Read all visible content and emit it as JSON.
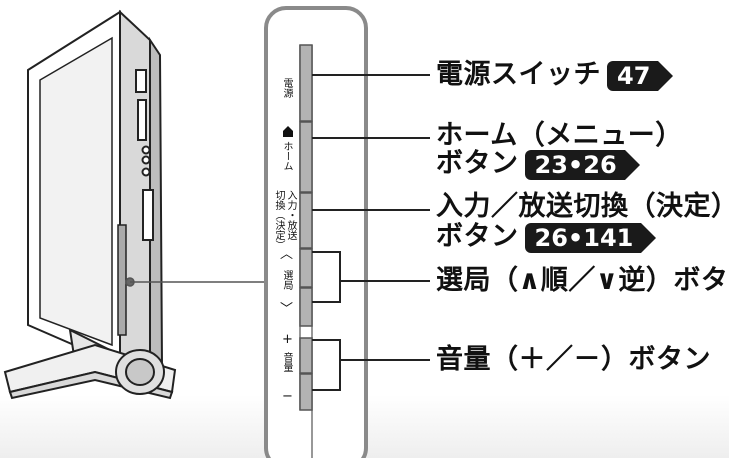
{
  "panel_labels": {
    "power": "電源",
    "home": "ホーム",
    "input": "入力・放送",
    "input2": "切換（決定）",
    "channel": "選局",
    "volume": "音量",
    "sym_up": "︿",
    "sym_down": "﹀",
    "sym_plus": "+",
    "sym_minus": "−"
  },
  "callouts": [
    {
      "text": "電源スイッチ",
      "badge": "47"
    },
    {
      "text": "ホーム（メニュー）"
    },
    {
      "text": "ボタン",
      "badge": "23•26"
    },
    {
      "text": "入力／放送切換（決定）"
    },
    {
      "text": "ボタン",
      "badge": "26•141"
    },
    {
      "text": "選局（∧順／∨逆）ボタン"
    },
    {
      "text": "音量（＋／－）ボタン"
    }
  ],
  "colors": {
    "badge_bg": "#1a1a1a",
    "frame": "#8a8a8a"
  }
}
